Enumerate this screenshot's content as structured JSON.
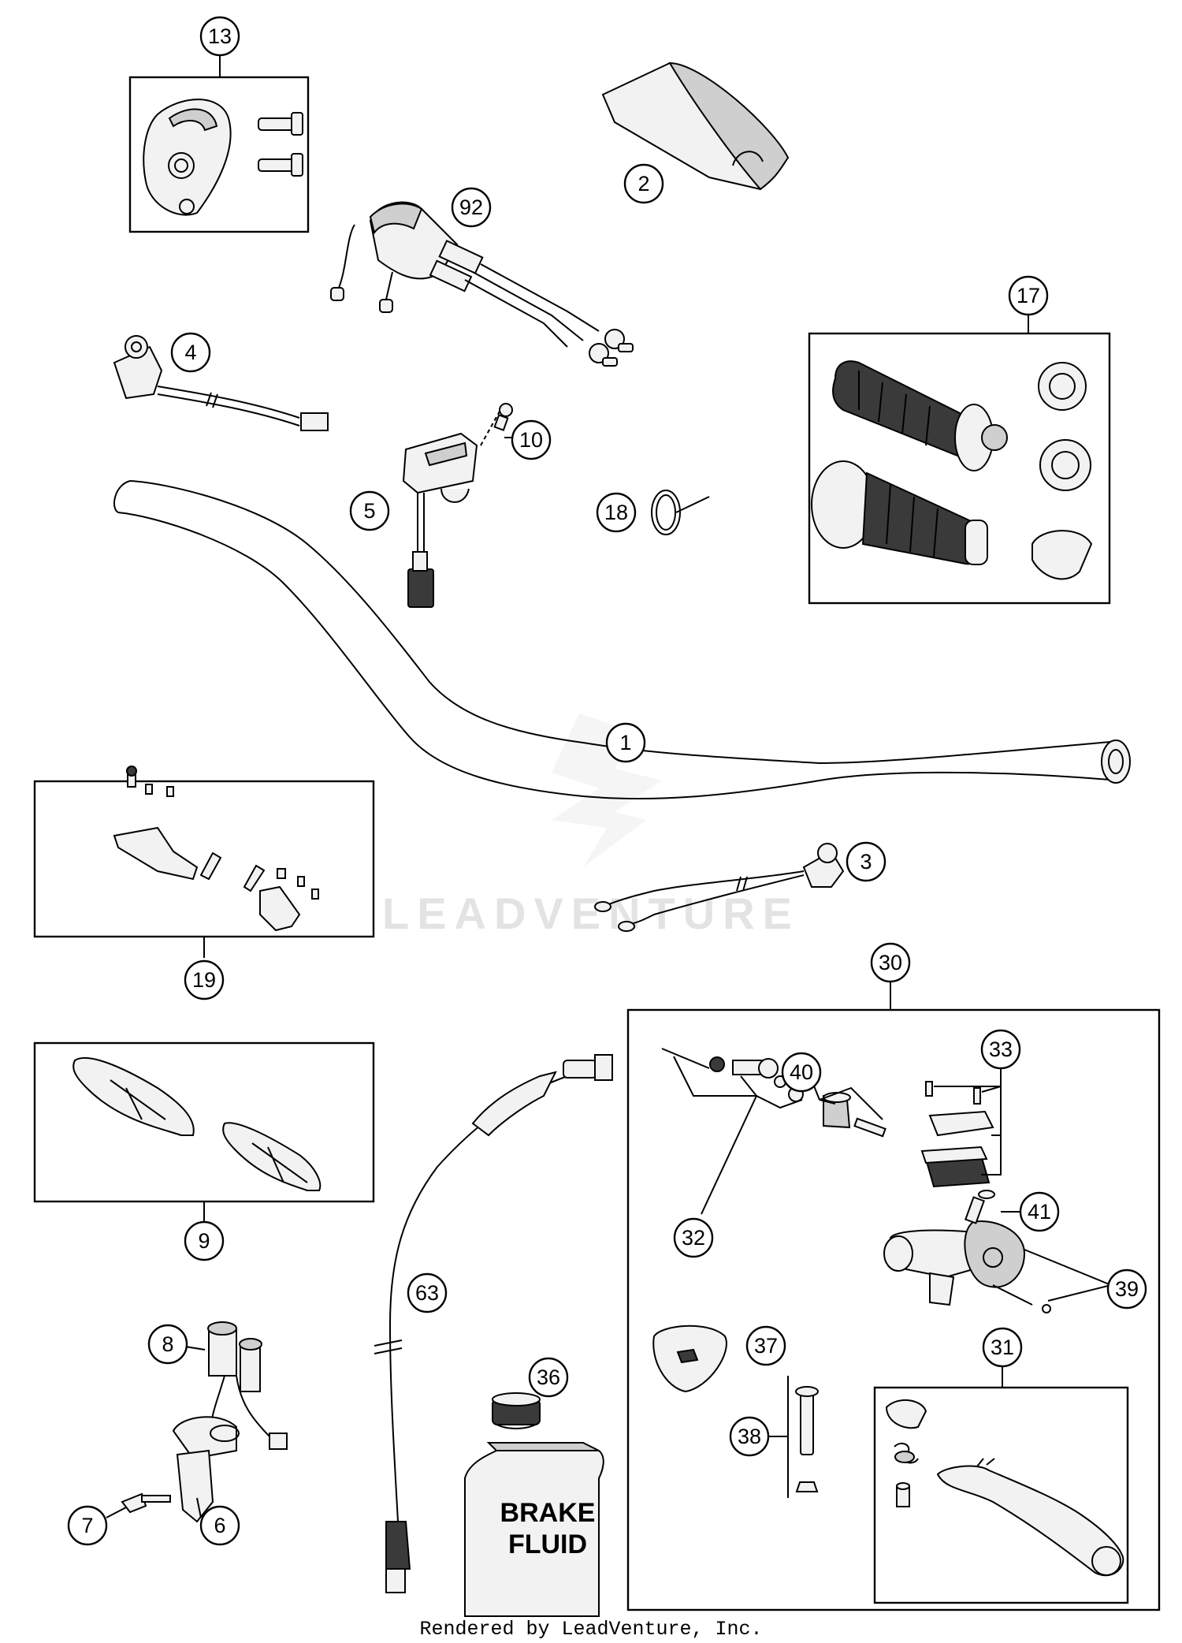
{
  "watermark": "LEADVENTURE",
  "footer": "Rendered by LeadVenture, Inc.",
  "bottle_label": [
    "BRAKE",
    "FLUID"
  ],
  "callouts": {
    "c1": "1",
    "c2": "2",
    "c3": "3",
    "c4": "4",
    "c5": "5",
    "c6": "6",
    "c7": "7",
    "c8": "8",
    "c9": "9",
    "c10": "10",
    "c13": "13",
    "c17": "17",
    "c18": "18",
    "c19": "19",
    "c30": "30",
    "c31": "31",
    "c32": "32",
    "c33": "33",
    "c36": "36",
    "c37": "37",
    "c38": "38",
    "c39": "39",
    "c40": "40",
    "c41": "41",
    "c63": "63",
    "c92": "92"
  }
}
